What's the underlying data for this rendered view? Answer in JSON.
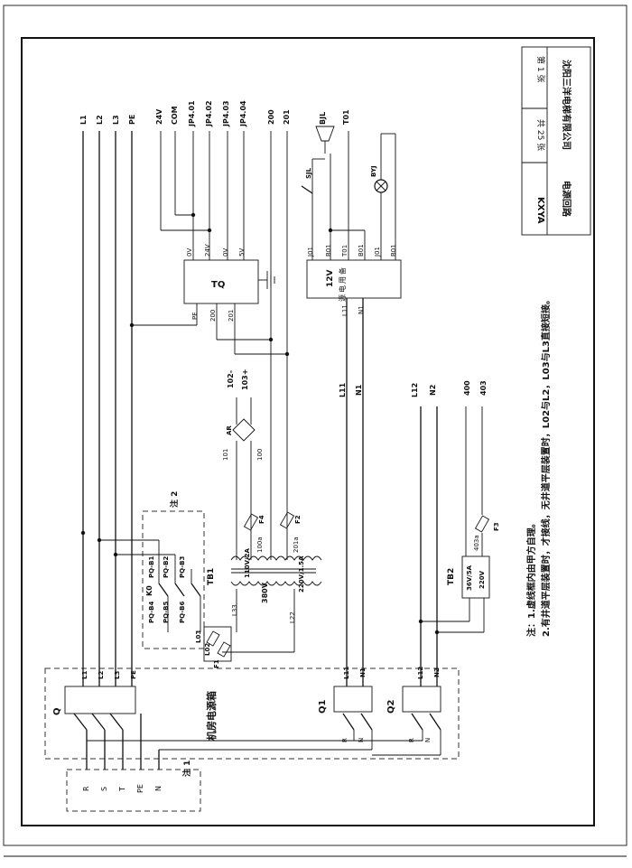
{
  "title_block": {
    "code": "KXYA",
    "total_sheets": "共 25 张",
    "sheet_no": "第 1 张",
    "drawing_name": "电源回路",
    "company": "沈阳三洋电梯有限公司"
  },
  "notes": {
    "line1": "注：1.虚线框内由甲方自理。",
    "line2": "2.有井道平层装置时，才接线，无井道平层装置时，L02与L2，L03与L3直接短接。",
    "mark1": "注 1",
    "mark2": "注 2"
  },
  "terminals_top": [
    "L1",
    "L2",
    "L3",
    "PE",
    "24V",
    "COM",
    "JP4.01",
    "JP4.02",
    "JP4.03",
    "JP4.04",
    "200",
    "201",
    "BJL",
    "T01"
  ],
  "terminals_mid": [
    "102-",
    "103+",
    "L11",
    "N1",
    "L12",
    "N2",
    "400",
    "403"
  ],
  "source_terminals": [
    "R",
    "S",
    "T",
    "PE",
    "N"
  ],
  "labels": {
    "cabinet": "机房电源箱",
    "q_main": "Q",
    "q1": "Q1",
    "q2": "Q2",
    "tq": "TQ",
    "tq_top": [
      "0V",
      "24V",
      "0V",
      "5V"
    ],
    "tq_bottom": [
      "PE",
      "200",
      "201"
    ],
    "tb1": "TB1",
    "tb1_primary": "380V",
    "tb1_sec1": "110V/2A",
    "tb1_sec2": "220V/1.5A",
    "tb1_primary_terms": [
      "L33",
      "L22"
    ],
    "tb1_sec_terms": [
      "100a",
      "201a"
    ],
    "tb2": "TB2",
    "tb2_primary": "220V",
    "tb2_sec": "36V/5A",
    "tb2_sec_term": "403a",
    "fuses": [
      "F4",
      "F2",
      "F3",
      "F1"
    ],
    "rect": "AR",
    "rect_terms": [
      "101",
      "100"
    ],
    "sjl": "SJL",
    "bjl_lamp": "BYJ",
    "emergency_box": [
      "12V",
      "备",
      "用",
      "电",
      "源"
    ],
    "emergency_top": [
      "J01",
      "B01",
      "T01",
      "B01",
      "J01",
      "B01"
    ],
    "emergency_bottom": [
      "L11",
      "N1"
    ],
    "relay_k0": "K0",
    "relay_contacts": [
      "PQ-B1",
      "PQ-B2",
      "PQ-B3",
      "PQ-B4",
      "PQ-B5",
      "PQ-B6"
    ],
    "box_terms": [
      "L1",
      "L2",
      "L3",
      "PE",
      "L11",
      "N1",
      "L12",
      "N2"
    ],
    "l02_l03": [
      "L02",
      "L03"
    ],
    "breaker_terms": [
      "R",
      "N"
    ]
  }
}
